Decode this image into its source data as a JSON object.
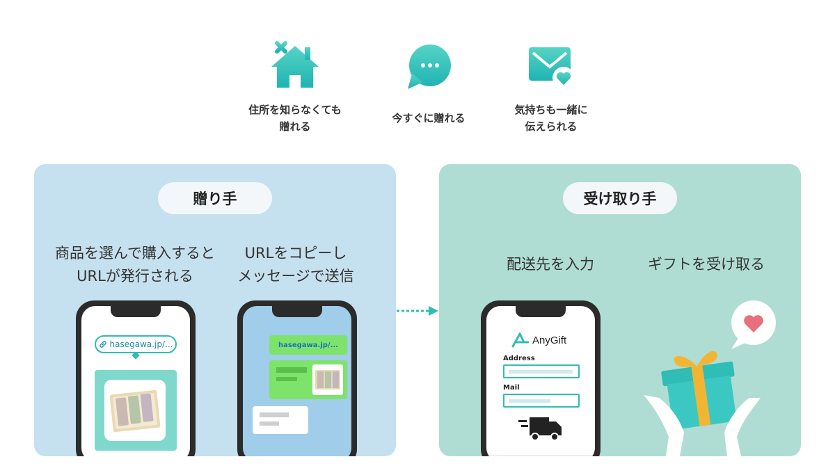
{
  "features": [
    {
      "icon": "house-icon",
      "label": "住所を知らなくても\n贈れる"
    },
    {
      "icon": "chat-bubble-icon",
      "label": "今すぐに贈れる"
    },
    {
      "icon": "mail-heart-icon",
      "label": "気持ちも一緒に\n伝えられる"
    }
  ],
  "sender": {
    "title": "贈り手",
    "step1": "商品を選んで購入すると\nURLが発行される",
    "step2": "URLをコピーし\nメッセージで送信",
    "url_chip": "hasegawa.jp/...",
    "chat_url": "hasegawa.jp/..."
  },
  "receiver": {
    "title": "受け取り手",
    "step1": "配送先を入力",
    "step2": "ギフトを受け取る",
    "brand": "AnyGift",
    "address_label": "Address",
    "mail_label": "Mail"
  },
  "colors": {
    "teal": "#2fbdb5",
    "sender_bg": "#c5e0ef",
    "receiver_bg": "#b0ddd3",
    "chat_green": "#7ee36a",
    "heart": "#e8707c"
  }
}
